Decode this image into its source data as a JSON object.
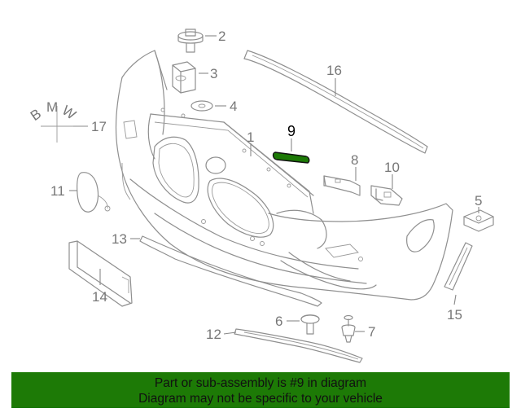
{
  "diagram": {
    "highlight_color": "#1d7a06",
    "callouts": {
      "c1": "1",
      "c2": "2",
      "c3": "3",
      "c4": "4",
      "c5": "5",
      "c6": "6",
      "c7": "7",
      "c8": "8",
      "c9": "9",
      "c10": "10",
      "c11": "11",
      "c12": "12",
      "c13": "13",
      "c14": "14",
      "c15": "15",
      "c16": "16",
      "c17": "17"
    },
    "logo_letters": {
      "b": "B",
      "m": "M",
      "w": "W"
    }
  },
  "banner": {
    "line1": "Part or sub-assembly is #9 in diagram",
    "line2": "Diagram may not be specific to your vehicle",
    "background": "#1d7a06"
  }
}
